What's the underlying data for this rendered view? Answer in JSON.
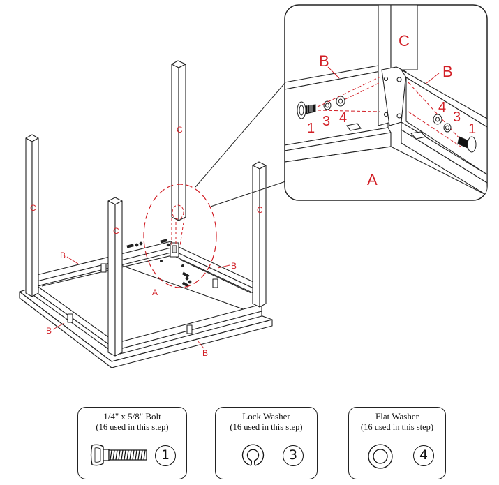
{
  "labels": {
    "leg": "C",
    "rail": "B",
    "top": "A",
    "bolt_num": "1",
    "lock_num": "3",
    "flat_num": "4"
  },
  "parts": [
    {
      "title": "1/4\" x 5/8\" Bolt",
      "usage": "(16 used in this step)",
      "number": "1",
      "icon": "bolt-icon"
    },
    {
      "title": "Lock Washer",
      "usage": "(16 used in this step)",
      "number": "3",
      "icon": "lock-washer-icon"
    },
    {
      "title": "Flat Washer",
      "usage": "(16 used in this step)",
      "number": "4",
      "icon": "flat-washer-icon"
    }
  ]
}
